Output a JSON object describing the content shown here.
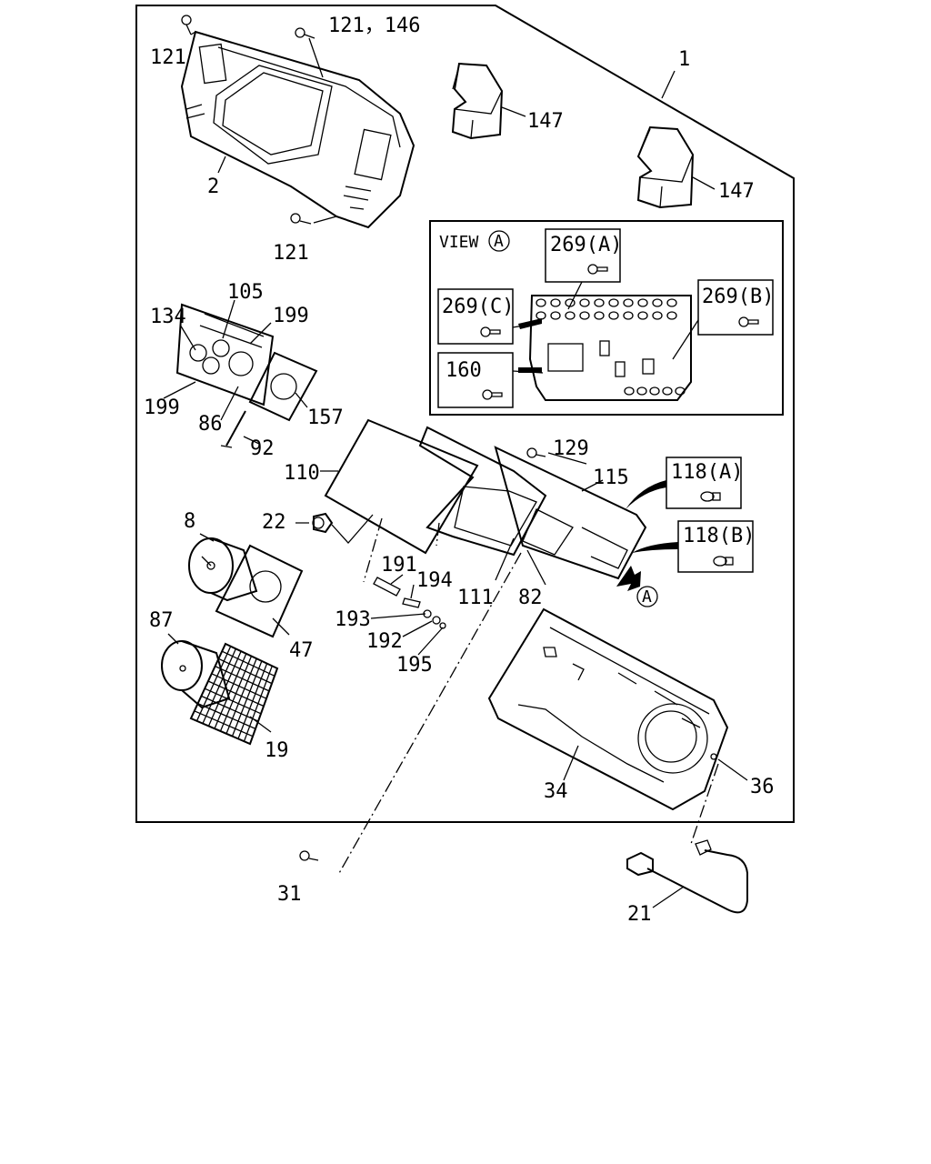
{
  "view_label": "VIEW",
  "view_marker": "A",
  "callouts": {
    "c1": "1",
    "c2": "2",
    "c8": "8",
    "c19": "19",
    "c21": "21",
    "c22": "22",
    "c31": "31",
    "c34": "34",
    "c36": "36",
    "c47": "47",
    "c82": "82",
    "c86": "86",
    "c87": "87",
    "c92": "92",
    "c105": "105",
    "c110": "110",
    "c111": "111",
    "c115": "115",
    "c121a": "121",
    "c121b": "121",
    "c121_146": "121，146",
    "c129": "129",
    "c134": "134",
    "c147a": "147",
    "c147b": "147",
    "c157": "157",
    "c191": "191",
    "c192": "192",
    "c193": "193",
    "c194": "194",
    "c195": "195",
    "c199a": "199",
    "c199b": "199"
  },
  "boxed": {
    "b269a": "269(A)",
    "b269b": "269(B)",
    "b269c": "269(C)",
    "b160": "160",
    "b118a": "118(A)",
    "b118b": "118(B)"
  }
}
